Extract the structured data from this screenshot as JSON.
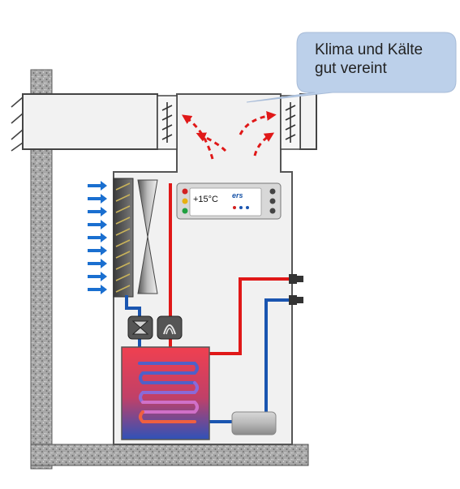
{
  "callout": {
    "line1": "Klima und Kälte",
    "line2": "gut vereint"
  },
  "controller": {
    "temperature": "+15°C",
    "brand": "ers",
    "leds": [
      "#d22020",
      "#e8b010",
      "#20a040"
    ]
  },
  "colors": {
    "hot_pipe": "#e01818",
    "cold_pipe": "#1a55b0",
    "airflow": "#1a6fd0",
    "callout_fill": "#bcd0ea",
    "tank_top": "#f04050",
    "tank_bottom": "#3050b0"
  },
  "icons": [
    "airflow-arrow-icon",
    "fan-icon",
    "expansion-valve-icon",
    "compressor-icon",
    "coil-icon",
    "pump-icon"
  ]
}
